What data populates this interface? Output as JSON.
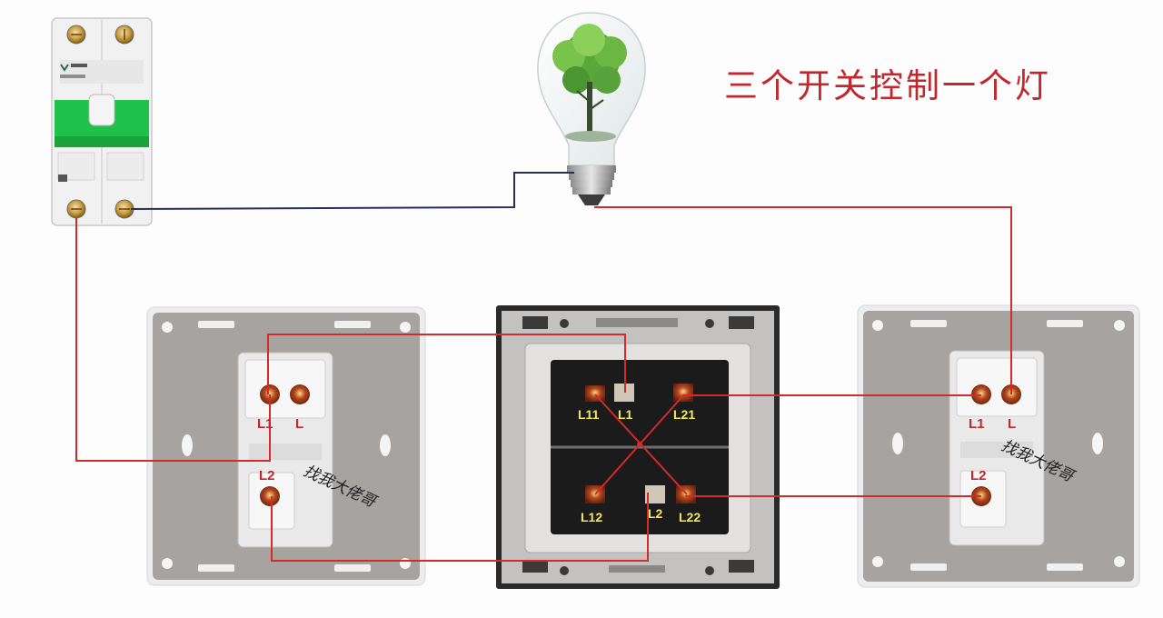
{
  "title": "三个开关控制一个灯",
  "watermark": "找我大佬哥",
  "colors": {
    "live_wire": "#d32a2a",
    "neutral_wire": "#23305a",
    "title": "#c2272d",
    "breaker_green": "#1ec24a",
    "switch_plate": "#a6a3a1",
    "panel_dark": "#2a2a2a"
  },
  "left_switch": {
    "terminal_labels": [
      "L1",
      "L",
      "L2"
    ]
  },
  "middle_switch": {
    "terminal_labels": [
      "L11",
      "L1",
      "L21",
      "L12",
      "L2",
      "L22"
    ]
  },
  "right_switch": {
    "terminal_labels": [
      "L1",
      "L",
      "L2"
    ]
  },
  "icons": [
    "circuit-breaker-icon",
    "light-bulb-icon"
  ]
}
